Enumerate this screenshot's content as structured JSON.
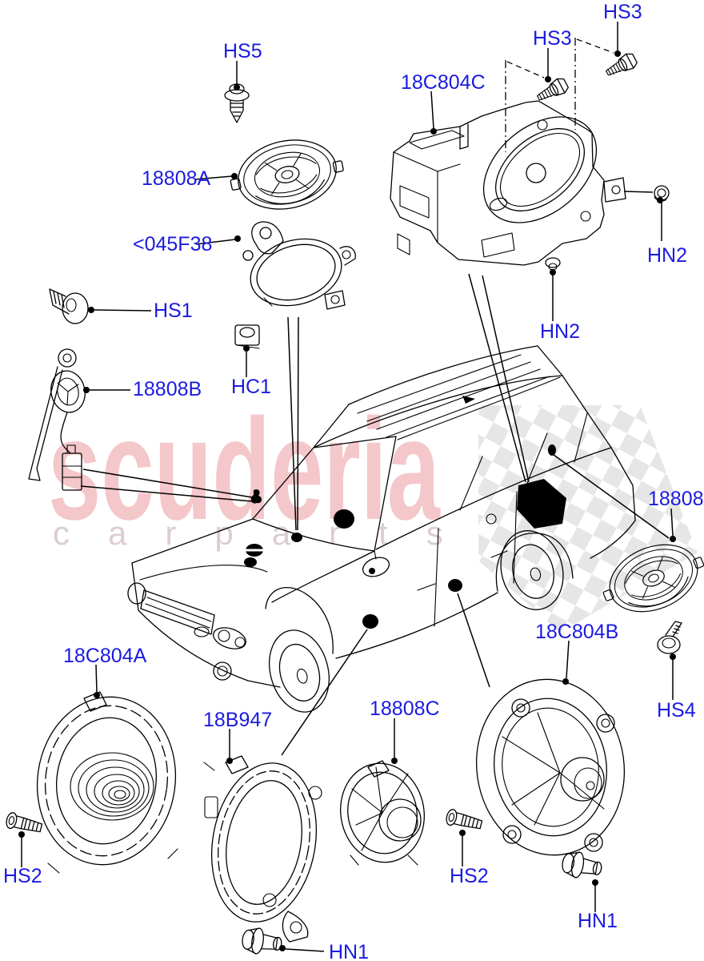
{
  "document": {
    "type": "parts-diagram",
    "background": "#ffffff"
  },
  "watermark": {
    "brand": "scuderia",
    "subtitle": "carparts",
    "brand_color": "#f4c7ca",
    "subtitle_color": "#dccdcf",
    "check_color": "#e5e5e5"
  },
  "colors": {
    "label_blue": "#1b1be0",
    "line_black": "#000000"
  },
  "labels": {
    "hs5": "HS5",
    "hs3": "HS3",
    "hs1": "HS1",
    "hs2": "HS2",
    "hs4": "HS4",
    "hn1": "HN1",
    "hn2": "HN2",
    "hc1": "HC1",
    "p18808a": "18808A",
    "p18808b": "18808B",
    "p18808c": "18808C",
    "p18c804a": "18C804A",
    "p18c804b": "18C804B",
    "p18c804c": "18C804C",
    "p18b947": "18B947",
    "p045f38": "<045F38"
  }
}
